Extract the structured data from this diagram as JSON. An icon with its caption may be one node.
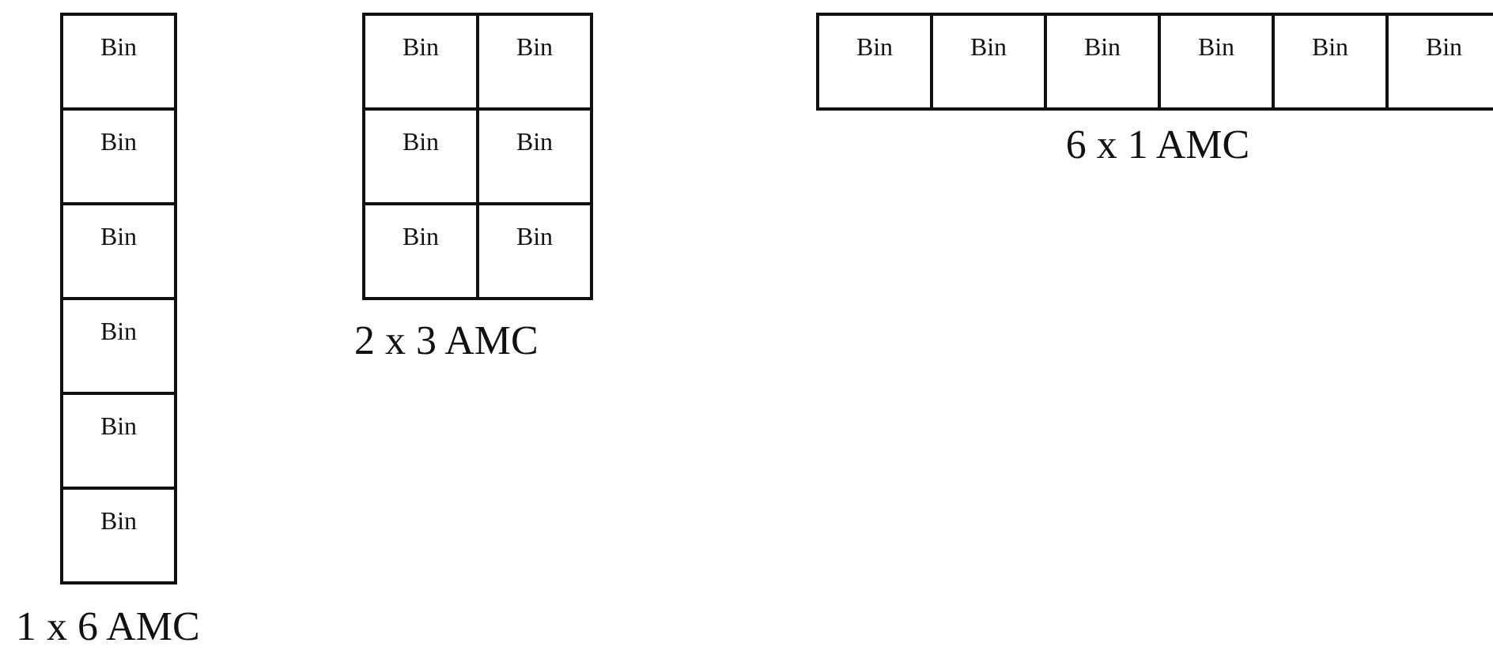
{
  "diagram": {
    "nodes": [
      {
        "text": [
          "Bin"
        ]
      },
      {
        "text": [
          "Bin"
        ]
      },
      {
        "text": [
          "Bin"
        ]
      },
      {
        "text": [
          "Bin"
        ]
      },
      {
        "text": [
          "Bin"
        ]
      },
      {
        "text": [
          "Bin"
        ]
      },
      {
        "text": [
          "Bin"
        ]
      },
      {
        "text": [
          "Bin"
        ]
      },
      {
        "text": [
          "Bin"
        ]
      },
      {
        "text": [
          "Bin"
        ]
      },
      {
        "text": [
          "Bin"
        ]
      },
      {
        "text": [
          "Bin"
        ]
      },
      {
        "text": [
          "Bin"
        ]
      },
      {
        "text": [
          "Bin"
        ]
      },
      {
        "text": [
          "Bin"
        ]
      },
      {
        "text": [
          "Bin"
        ]
      },
      {
        "text": [
          "Bin"
        ]
      },
      {
        "text": [
          "Bin"
        ]
      }
    ],
    "labels": [
      "6 x 1 AMC",
      "2 x 3 AMC",
      "1 x 6 AMC"
    ]
  }
}
